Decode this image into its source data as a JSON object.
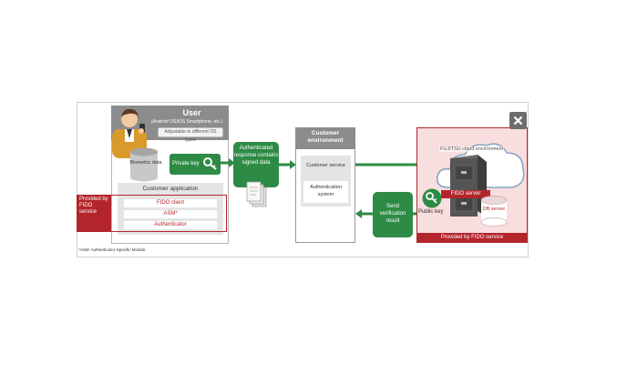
{
  "user": {
    "title": "User",
    "subtitle": "(Android OS/iOS Smartphone, etc.)",
    "adjustable": "Adjustable to different OS types",
    "biometric_data": "Biometric data",
    "private_key": "Private key"
  },
  "customer_application": {
    "title": "Customer application",
    "items": [
      "FIDO client",
      "ASM*",
      "Authenticator"
    ]
  },
  "provided_by_fido_side": "Provided by FIDO service",
  "authenticated_response": "Authenticated response contains signed data",
  "customer_environment": {
    "title": "Customer environment",
    "service": "Customer service",
    "auth_system": "Authentication system"
  },
  "send_verification": "Send verification result",
  "public_key": "Public key",
  "fujitsu": {
    "cloud_label": "FUJITSU cloud environment",
    "fido_server": "FIDO server",
    "db_server": "DB server",
    "footer": "Provided by FIDO service"
  },
  "footnote": "*ASM: Authenticator-Specific Module",
  "colors": {
    "green": "#2e8b45",
    "red": "#b4252b",
    "gray_header": "#8c8c8c"
  }
}
